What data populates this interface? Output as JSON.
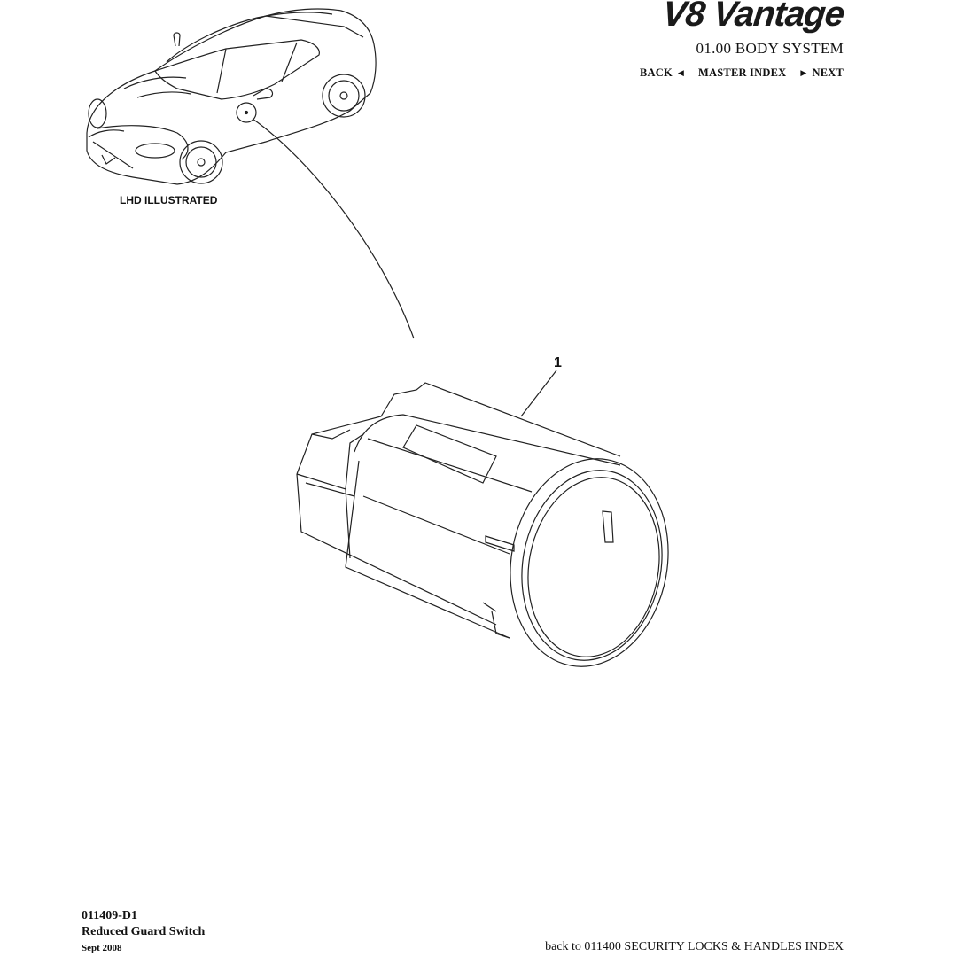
{
  "header": {
    "logo_text": "V8 Vantage",
    "section_title": "01.00 BODY SYSTEM",
    "nav": {
      "back_label": "BACK",
      "master_index_label": "MASTER INDEX",
      "next_label": "NEXT"
    }
  },
  "illustration": {
    "car_caption": "LHD ILLUSTRATED",
    "callout_number": "1"
  },
  "footer": {
    "part_code": "011409-D1",
    "part_name": "Reduced Guard Switch",
    "date": "Sept 2008",
    "index_link": "back to 011400 SECURITY LOCKS & HANDLES INDEX"
  },
  "icons": {
    "back": "triangle-left-icon",
    "next": "triangle-right-icon"
  }
}
